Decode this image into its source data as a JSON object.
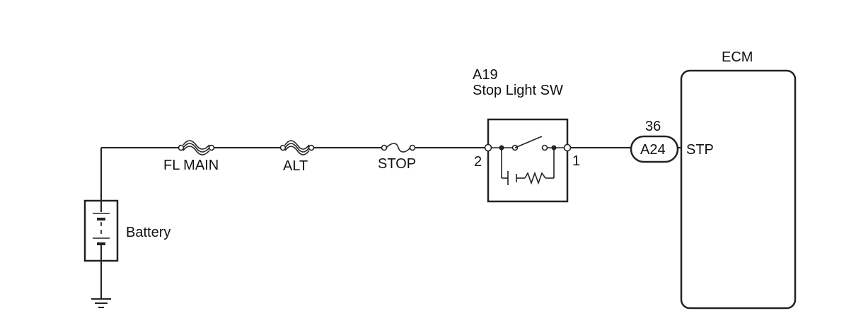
{
  "labels": {
    "ecm": "ECM",
    "switch_code": "A19",
    "switch_name": "Stop Light SW",
    "fuse_fl_main": "FL MAIN",
    "fuse_alt": "ALT",
    "fuse_stop": "STOP",
    "battery": "Battery",
    "switch_pin_in": "2",
    "switch_pin_out": "1",
    "ecm_pin_number": "36",
    "ecm_connector": "A24",
    "ecm_terminal": "STP"
  }
}
